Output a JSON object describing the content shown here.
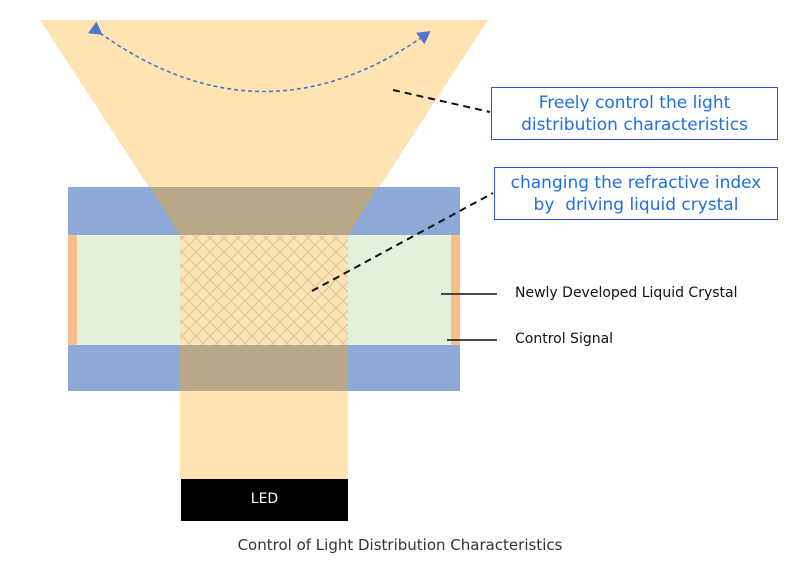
{
  "callouts": {
    "light_distribution": [
      "Freely control the light",
      "distribution characteristics"
    ],
    "refractive_index": [
      "changing the refractive index",
      "by  driving liquid crystal"
    ]
  },
  "labels": {
    "liquid_crystal": "Newly Developed Liquid Crystal",
    "control_signal": "Control Signal",
    "led": "LED"
  },
  "caption": "Control of Light Distribution Characteristics",
  "colors": {
    "light_beam": "#fde4b2",
    "glass_substrate": "#8ea8d8",
    "overlap": "#b8a888",
    "liquid_crystal_cell": "#e3f0dc",
    "spacer": "#f7c08a",
    "led_body": "#000000",
    "callout_border": "#2f55d4",
    "callout_text": "#1f6fe0",
    "arrow": "#4f77c7"
  }
}
